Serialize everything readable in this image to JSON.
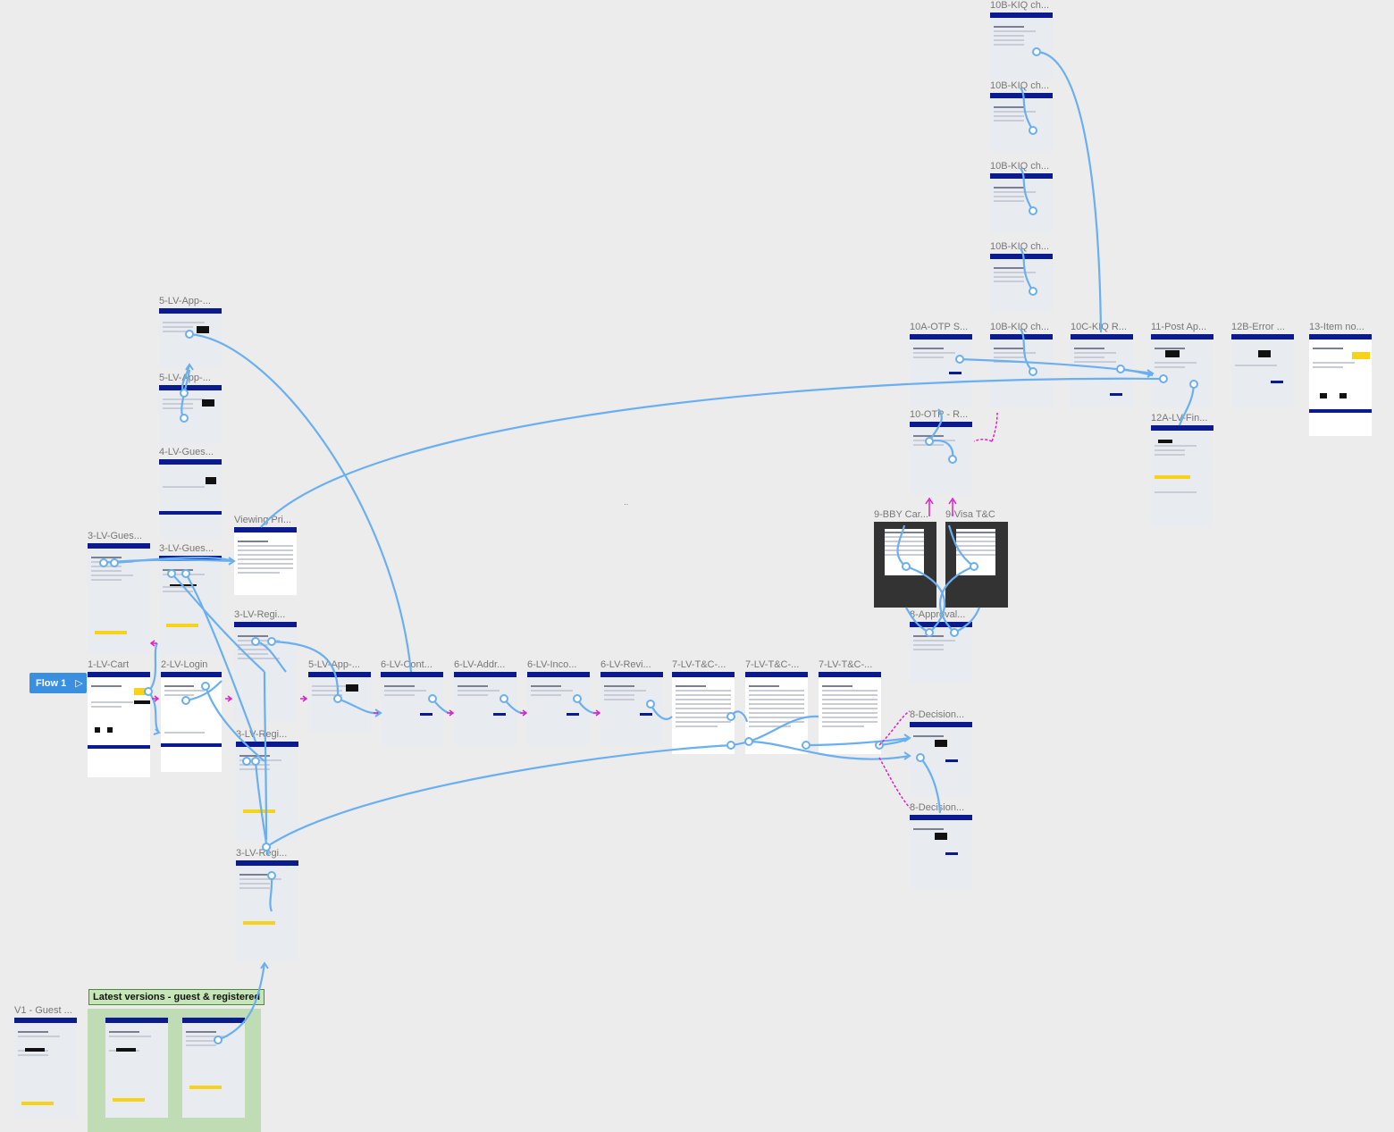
{
  "flow": {
    "label": "Flow 1",
    "play_icon": "play-triangle-icon"
  },
  "section": {
    "label": "Latest versions - guest & registered"
  },
  "frames": [
    {
      "id": "f10b1",
      "title": "10B-KIQ ch..."
    },
    {
      "id": "f10b2",
      "title": "10B-KIQ ch..."
    },
    {
      "id": "f10b3",
      "title": "10B-KIQ ch..."
    },
    {
      "id": "f10b4",
      "title": "10B-KIQ ch..."
    },
    {
      "id": "f10b5",
      "title": "10B-KIQ ch..."
    },
    {
      "id": "f10a",
      "title": "10A-OTP S..."
    },
    {
      "id": "f10c",
      "title": "10C-KIQ R..."
    },
    {
      "id": "f11",
      "title": "11-Post Ap..."
    },
    {
      "id": "f12b",
      "title": "12B-Error ..."
    },
    {
      "id": "f13",
      "title": "13-Item no..."
    },
    {
      "id": "f10otp",
      "title": "10-OTP - R..."
    },
    {
      "id": "f12a",
      "title": "12A-LV-Fin..."
    },
    {
      "id": "f9bby",
      "title": "9-BBY Car..."
    },
    {
      "id": "f9visa",
      "title": "9-Visa T&C"
    },
    {
      "id": "f8app",
      "title": "8-Approval..."
    },
    {
      "id": "f8dec1",
      "title": "8-Decision..."
    },
    {
      "id": "f8dec2",
      "title": "8-Decision..."
    },
    {
      "id": "f5app1",
      "title": "5-LV-App-..."
    },
    {
      "id": "f5app2",
      "title": "5-LV-App-..."
    },
    {
      "id": "f4gues",
      "title": "4-LV-Gues..."
    },
    {
      "id": "f3gues1",
      "title": "3-LV-Gues..."
    },
    {
      "id": "f3gues2",
      "title": "3-LV-Gues..."
    },
    {
      "id": "fview",
      "title": "Viewing Pri..."
    },
    {
      "id": "f3regi1",
      "title": "3-LV-Regi..."
    },
    {
      "id": "f1cart",
      "title": "1-LV-Cart"
    },
    {
      "id": "f2login",
      "title": "2-LV-Login"
    },
    {
      "id": "f5app3",
      "title": "5-LV-App-..."
    },
    {
      "id": "f6cont",
      "title": "6-LV-Cont..."
    },
    {
      "id": "f6addr",
      "title": "6-LV-Addr..."
    },
    {
      "id": "f6inco",
      "title": "6-LV-Inco..."
    },
    {
      "id": "f6revi",
      "title": "6-LV-Revi..."
    },
    {
      "id": "f7tc1",
      "title": "7-LV-T&C-..."
    },
    {
      "id": "f7tc2",
      "title": "7-LV-T&C-..."
    },
    {
      "id": "f7tc3",
      "title": "7-LV-T&C-..."
    },
    {
      "id": "f3regi2",
      "title": "3-LV-Regi..."
    },
    {
      "id": "f3regi3",
      "title": "3-LV-Regi..."
    },
    {
      "id": "fv1",
      "title": "V1 - Guest ..."
    }
  ],
  "colors": {
    "canvas": "#ececec",
    "connector": "#6aaff0",
    "pink": "#e020c8",
    "navy": "#0a1a8f",
    "flow_btn": "#3b8fe0",
    "section": "#bfdcb4"
  }
}
